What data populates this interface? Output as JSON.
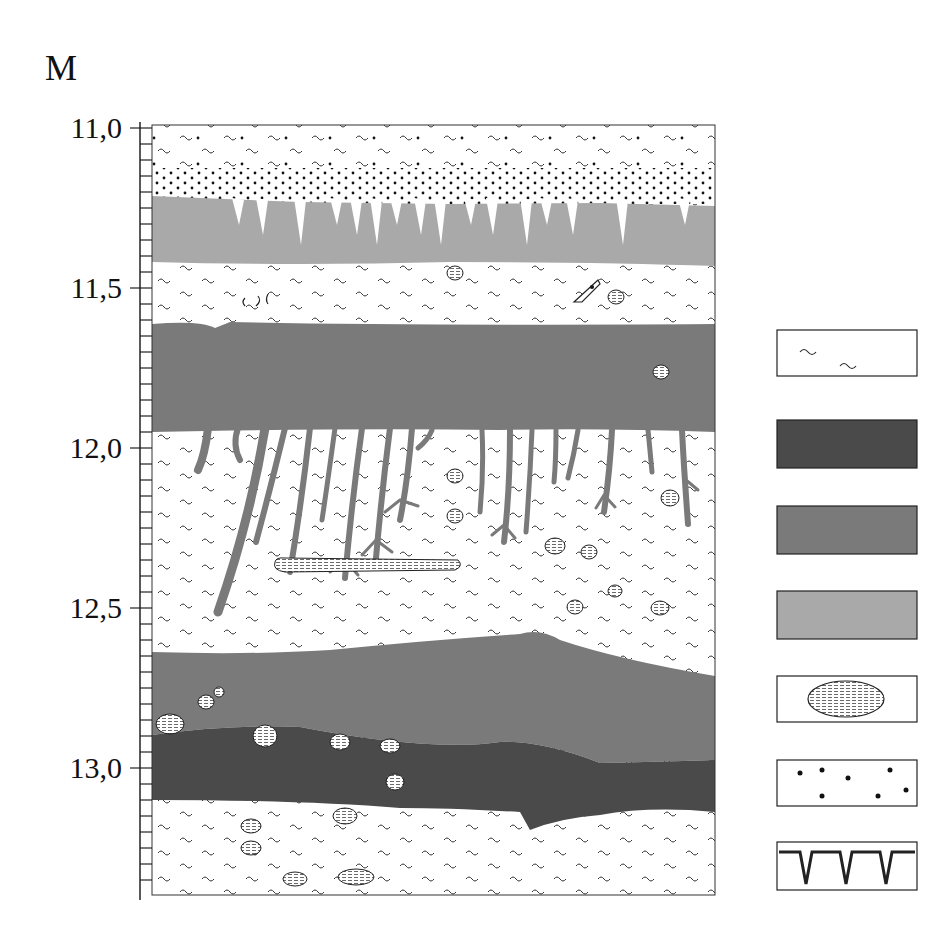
{
  "diagram": {
    "labels": [
      "M",
      "11,0",
      "11,5",
      "12,0",
      "12,5",
      "13,0"
    ]
  }
}
